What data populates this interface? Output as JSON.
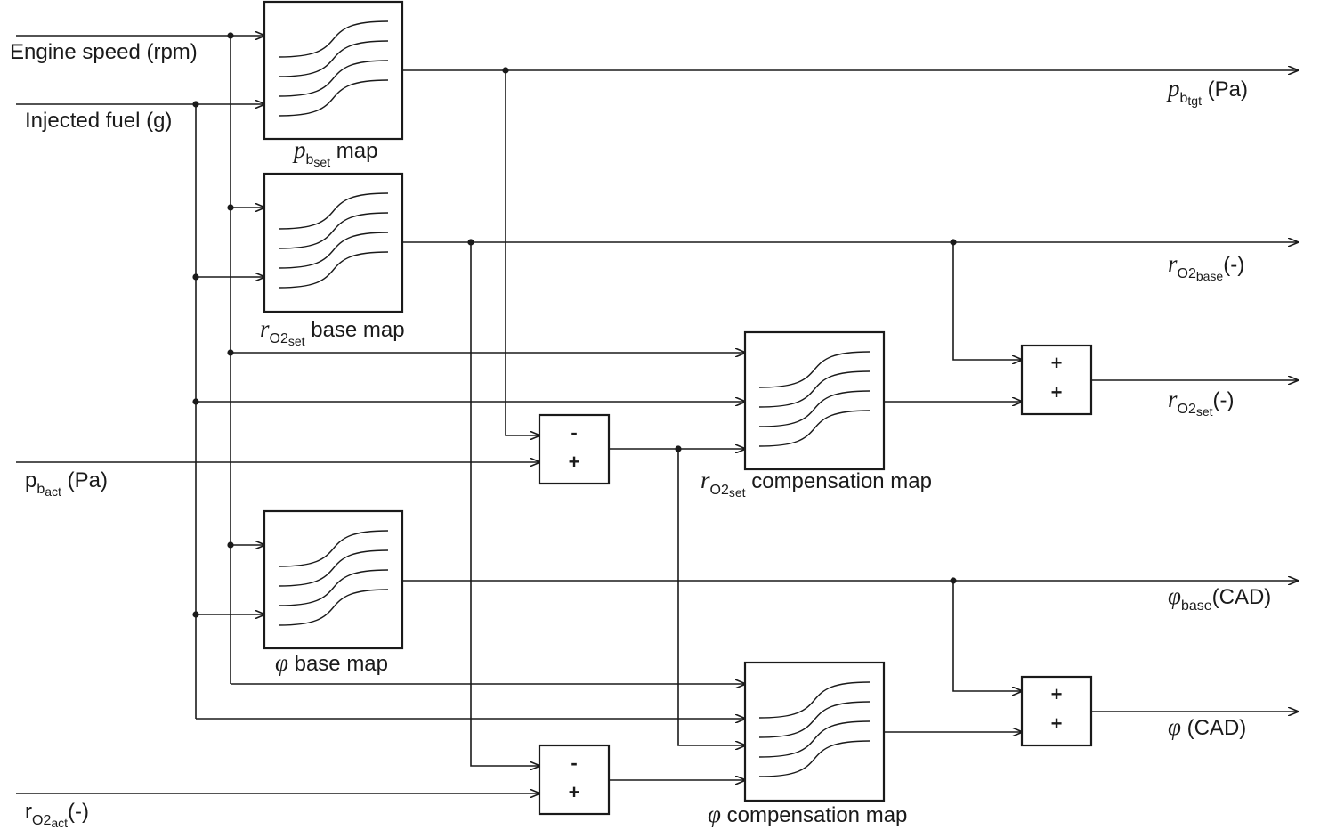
{
  "inputs": {
    "engine_speed": "Engine speed (rpm)",
    "injected_fuel": "Injected fuel (g)",
    "pbact_main": "p",
    "pbact_sub": "b",
    "pbact_subsub": "act",
    "pbact_unit": " (Pa)",
    "ro2act_main": "r",
    "ro2act_sub": "O2",
    "ro2act_subsub": "act",
    "ro2act_unit": "(-)"
  },
  "maps": {
    "pbset": {
      "sym": "p",
      "sub": "b",
      "subsub": "set",
      "text": " map"
    },
    "ro2base": {
      "sym": "r",
      "sub": "O2",
      "subsub": "set",
      "text": " base map"
    },
    "ro2comp": {
      "sym": "r",
      "sub": "O2",
      "subsub": "set",
      "text": " compensation map"
    },
    "phibase": {
      "sym": "φ",
      "text": " base map"
    },
    "phicomp": {
      "sym": "φ",
      "text": " compensation map"
    }
  },
  "summers": {
    "diff_top": {
      "minus": "-",
      "plus": "+"
    },
    "diff_bottom": {
      "minus": "-",
      "plus": "+"
    },
    "sum_ro2": {
      "top": "+",
      "bottom": "+"
    },
    "sum_phi": {
      "top": "+",
      "bottom": "+"
    }
  },
  "outputs": {
    "pbtgt": {
      "sym": "p",
      "sub": "b",
      "subsub": "tgt",
      "unit": " (Pa)"
    },
    "ro2base": {
      "sym": "r",
      "sub": "O2",
      "subsub": "base",
      "unit": "(-)"
    },
    "ro2set": {
      "sym": "r",
      "sub": "O2",
      "subsub": "set",
      "unit": "(-)"
    },
    "phibase": {
      "sym": "φ",
      "sub": "base",
      "unit": "(CAD)"
    },
    "phi": {
      "sym": "φ",
      "unit": " (CAD)"
    }
  },
  "colors": {
    "line": "#1a1a1a",
    "background": "#ffffff"
  }
}
